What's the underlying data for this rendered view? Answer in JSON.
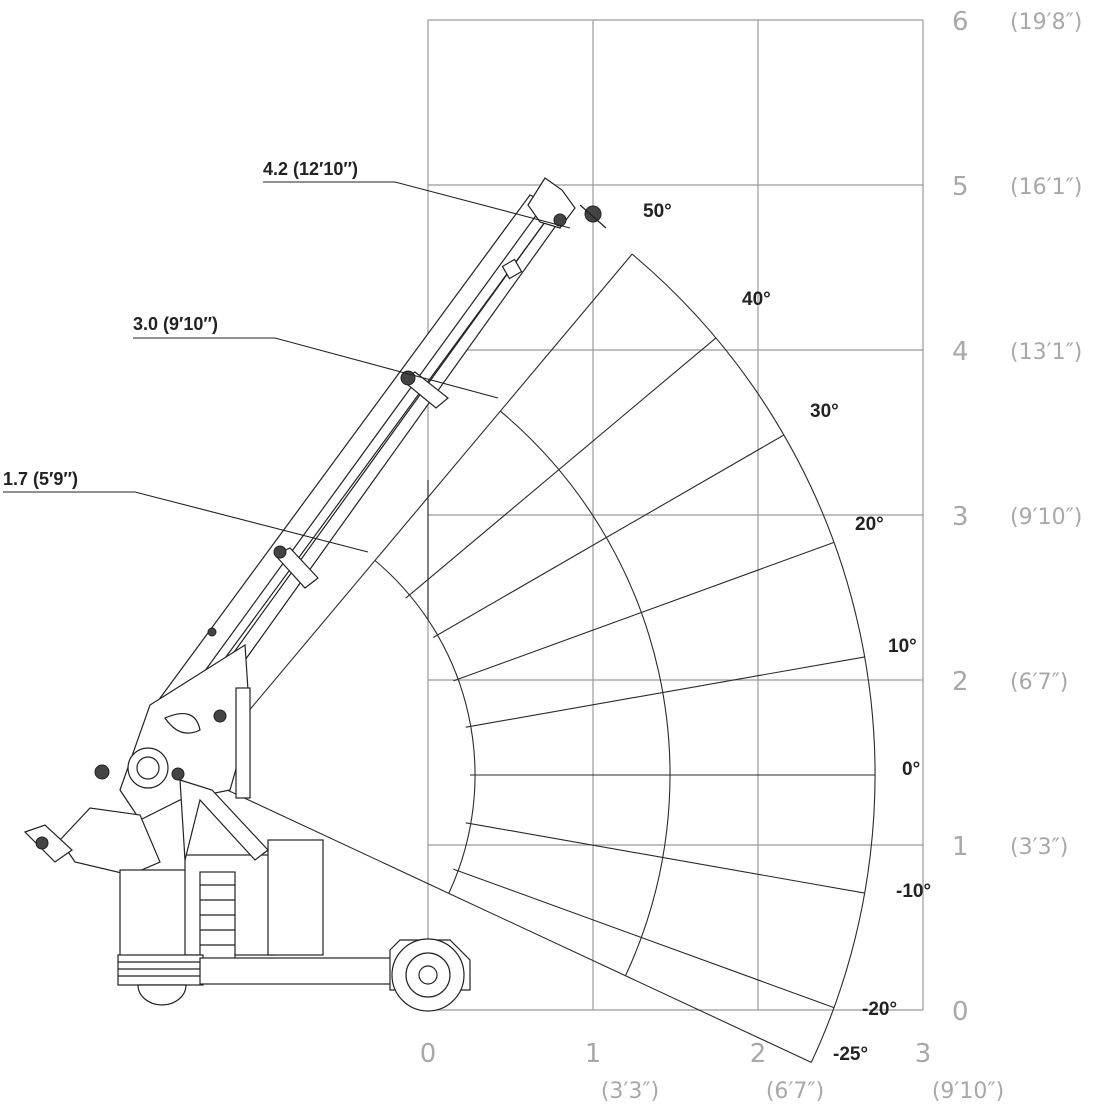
{
  "y_axis": {
    "ticks": [
      {
        "value": "0",
        "feet": ""
      },
      {
        "value": "1",
        "feet": "(3′3″)"
      },
      {
        "value": "2",
        "feet": "(6′7″)"
      },
      {
        "value": "3",
        "feet": "(9′10″)"
      },
      {
        "value": "4",
        "feet": "(13′1″)"
      },
      {
        "value": "5",
        "feet": "(16′1″)"
      },
      {
        "value": "6",
        "feet": "(19′8″)"
      }
    ]
  },
  "x_axis": {
    "ticks": [
      {
        "value": "0",
        "feet": ""
      },
      {
        "value": "1",
        "feet": "(3′3″)"
      },
      {
        "value": "2",
        "feet": "(6′7″)"
      },
      {
        "value": "3",
        "feet": "(9′10″)"
      }
    ]
  },
  "angles": [
    "50°",
    "40°",
    "30°",
    "20°",
    "10°",
    "0°",
    "-10°",
    "-20°",
    "-25°"
  ],
  "reach_labels": [
    "4.2 (12′10″)",
    "3.0 (9′10″)",
    "1.7 (5′9″)"
  ],
  "colors": {
    "grid": "#9a9a9a",
    "lines": "#2a2a2a",
    "tick_text": "#a8a8a8"
  }
}
